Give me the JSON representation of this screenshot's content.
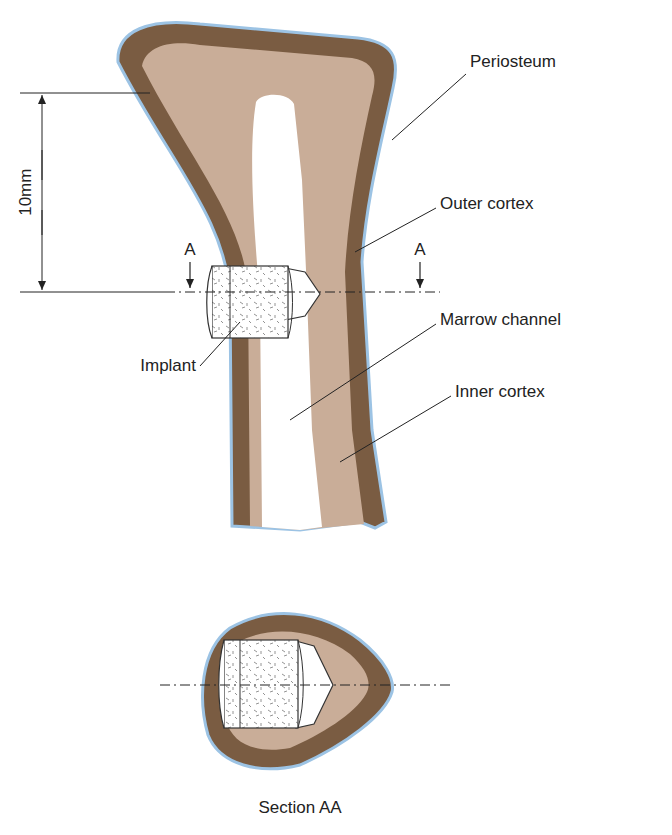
{
  "diagram": {
    "labels": [
      "10mm",
      "A",
      "A",
      "Periosteum",
      "Outer cortex",
      "Marrow channel",
      "Inner cortex",
      "Implant",
      "Section AA"
    ]
  }
}
